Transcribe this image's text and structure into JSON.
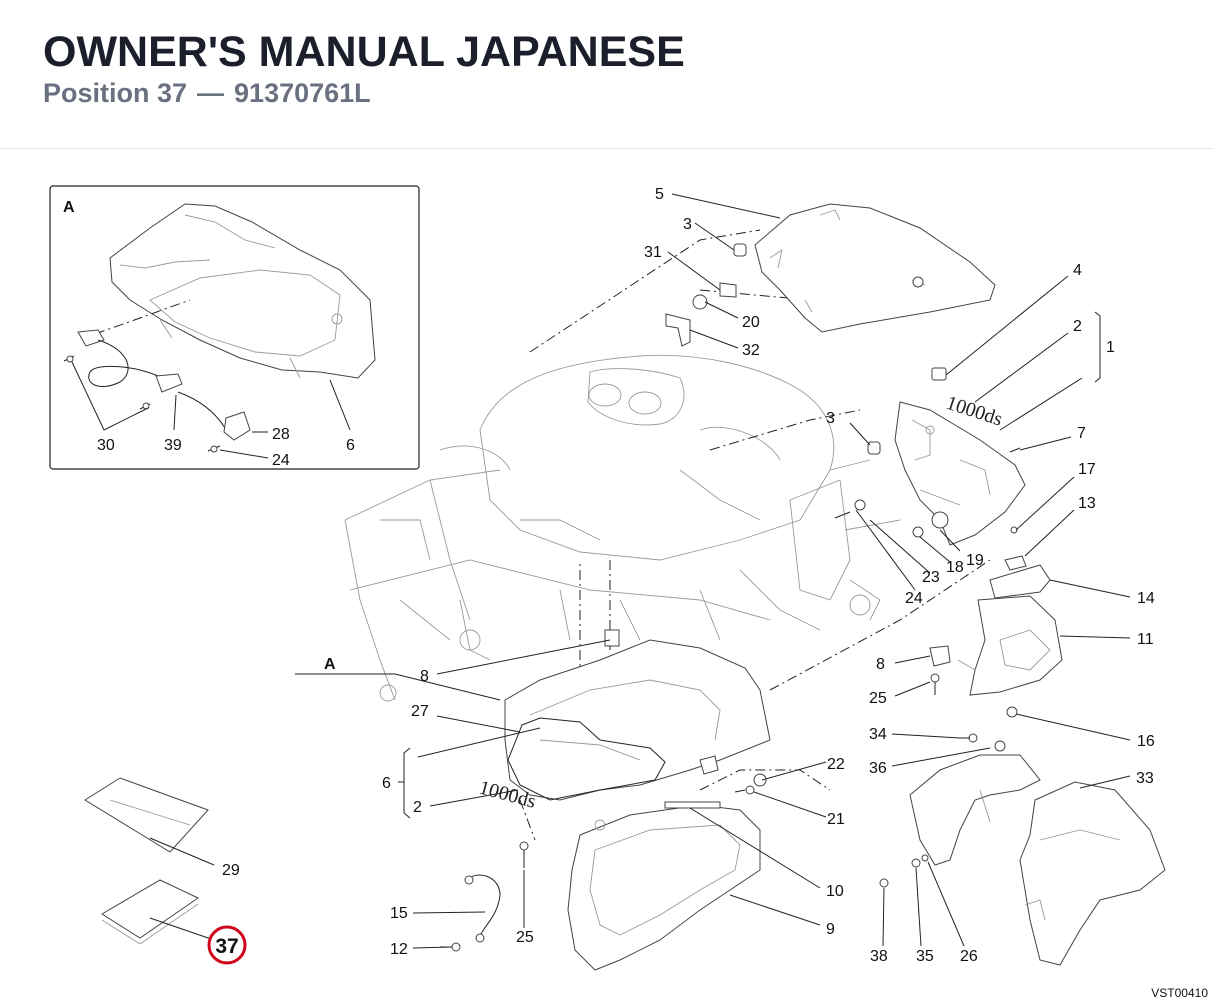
{
  "header": {
    "title": "OWNER'S MANUAL JAPANESE",
    "position_label": "Position 37",
    "separator": "—",
    "part_number": "91370761L"
  },
  "inset": {
    "label": "A"
  },
  "view_marker": {
    "label": "A"
  },
  "highlight": {
    "label": "37",
    "color": "#d0021b"
  },
  "callouts": {
    "c1": "1",
    "c2a": "2",
    "c2b": "2",
    "c3a": "3",
    "c3b": "3",
    "c4": "4",
    "c5": "5",
    "c6a": "6",
    "c6b": "6",
    "c7": "7",
    "c8a": "8",
    "c8b": "8",
    "c9": "9",
    "c10": "10",
    "c11": "11",
    "c12": "12",
    "c13": "13",
    "c14": "14",
    "c15": "15",
    "c16": "16",
    "c17": "17",
    "c18": "18",
    "c19": "19",
    "c20": "20",
    "c21": "21",
    "c22": "22",
    "c23": "23",
    "c24a": "24",
    "c24b": "24",
    "c25a": "25",
    "c25b": "25",
    "c26": "26",
    "c27": "27",
    "c28": "28",
    "c29": "29",
    "c30": "30",
    "c31": "31",
    "c32": "32",
    "c33": "33",
    "c34": "34",
    "c35": "35",
    "c36": "36",
    "c38": "38",
    "c39": "39"
  },
  "decal_texts": {
    "decal_upper": "1000ds",
    "decal_lower": "1000ds"
  },
  "drawing_ref": "VST00410"
}
